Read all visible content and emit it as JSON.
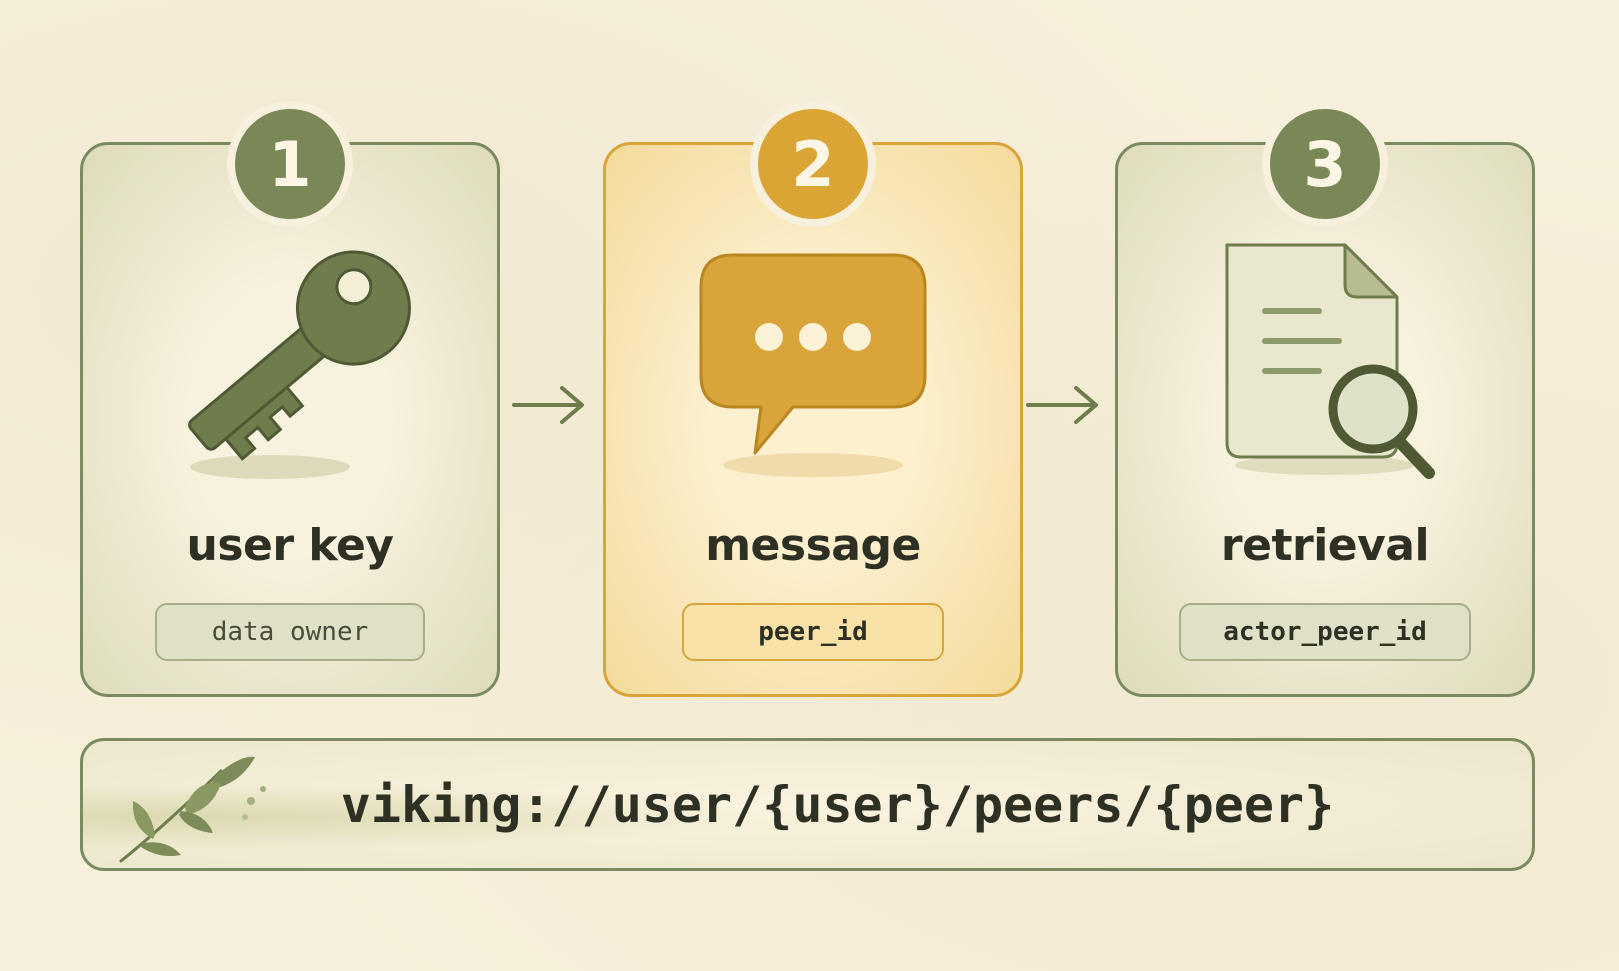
{
  "steps": [
    {
      "number": "1",
      "title": "user key",
      "tag": "data owner",
      "icon": "key-icon"
    },
    {
      "number": "2",
      "title": "message",
      "tag": "peer_id",
      "icon": "chat-bubble-icon"
    },
    {
      "number": "3",
      "title": "retrieval",
      "tag": "actor_peer_id",
      "icon": "document-search-icon"
    }
  ],
  "uri": "viking://user/{user}/peers/{peer}",
  "colors": {
    "green": "#7a8757",
    "gold": "#dba536",
    "background": "#f7f0dc",
    "text": "#2f3024"
  }
}
